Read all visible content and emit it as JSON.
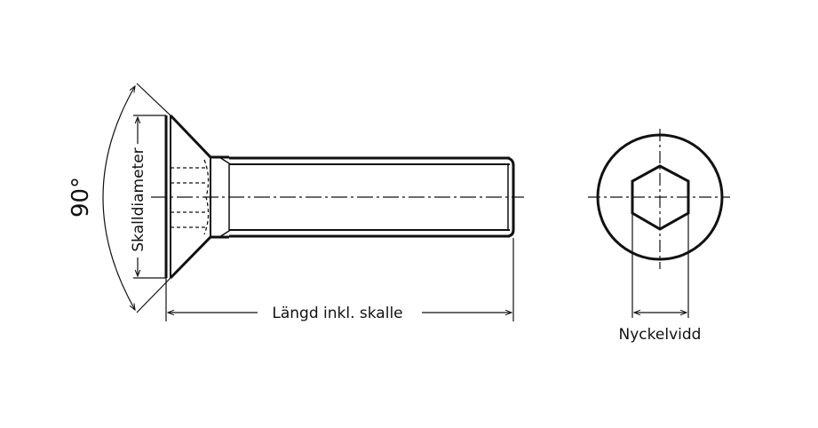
{
  "labels": {
    "angle": "90°",
    "head_diameter": "Skalldiameter",
    "length": "Längd inkl. skalle",
    "key_width": "Nyckelvidd"
  },
  "colors": {
    "line": "#111111",
    "background": "#ffffff"
  }
}
